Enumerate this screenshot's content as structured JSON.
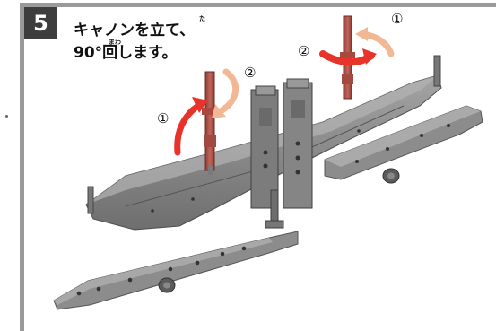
{
  "step": {
    "number": "5"
  },
  "instruction": {
    "line1": "キャノンを立て、",
    "line2": "90°回します。",
    "ruby_tate": "た",
    "ruby_mawa": "まわ"
  },
  "markers": {
    "one": "①",
    "two": "②"
  },
  "colors": {
    "frame": "#9a9a9a",
    "badge": "#3d3d3d",
    "arrow_red": "#e8332a",
    "arrow_peach": "#f2b896",
    "body_gray": "#8a8a8a",
    "cannon_red": "#b0544a"
  }
}
